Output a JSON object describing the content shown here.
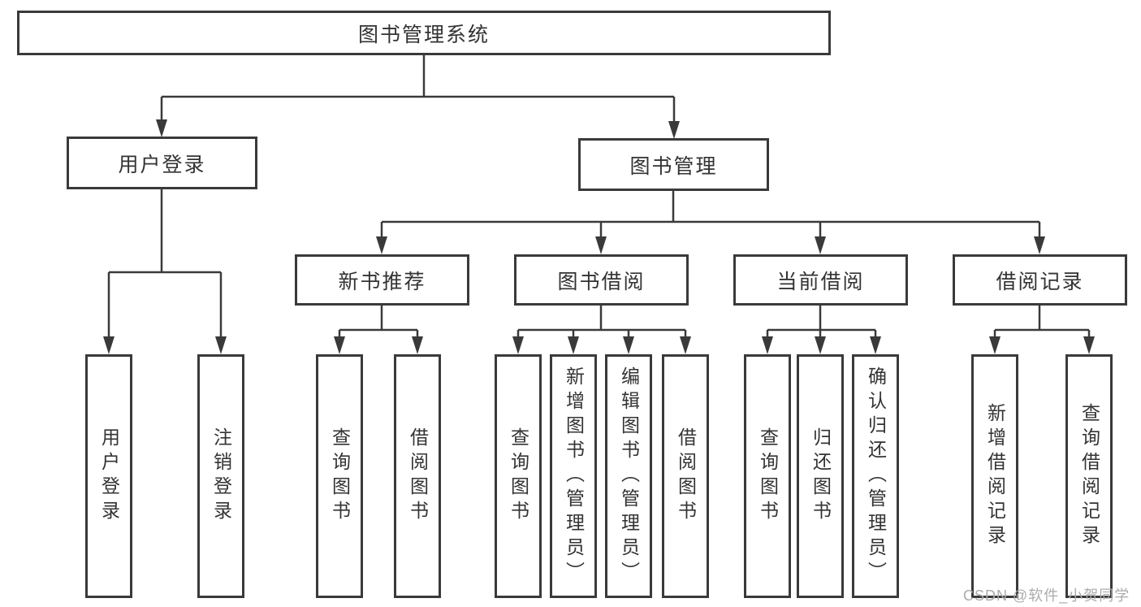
{
  "diagram_title": "图书管理系统",
  "tree": {
    "label": "图书管理系统",
    "children": [
      {
        "label": "用户登录",
        "children": [
          {
            "label": "用户登录"
          },
          {
            "label": "注销登录"
          }
        ]
      },
      {
        "label": "图书管理",
        "children": [
          {
            "label": "新书推荐",
            "children": [
              {
                "label": "查询图书"
              },
              {
                "label": "借阅图书"
              }
            ]
          },
          {
            "label": "图书借阅",
            "children": [
              {
                "label": "查询图书"
              },
              {
                "label": "新增图书（管理员）"
              },
              {
                "label": "编辑图书（管理员）"
              },
              {
                "label": "借阅图书"
              }
            ]
          },
          {
            "label": "当前借阅",
            "children": [
              {
                "label": "查询图书"
              },
              {
                "label": "归还图书"
              },
              {
                "label": "确认归还（管理员）"
              }
            ]
          },
          {
            "label": "借阅记录",
            "children": [
              {
                "label": "新增借阅记录"
              },
              {
                "label": "查询借阅记录"
              }
            ]
          }
        ]
      }
    ]
  },
  "colors": {
    "line": "#3a3a3a",
    "text": "#333333",
    "box_background": "#ffffff",
    "watermark": "#ababab"
  },
  "watermark": "CSDN @软件_小贺同学"
}
